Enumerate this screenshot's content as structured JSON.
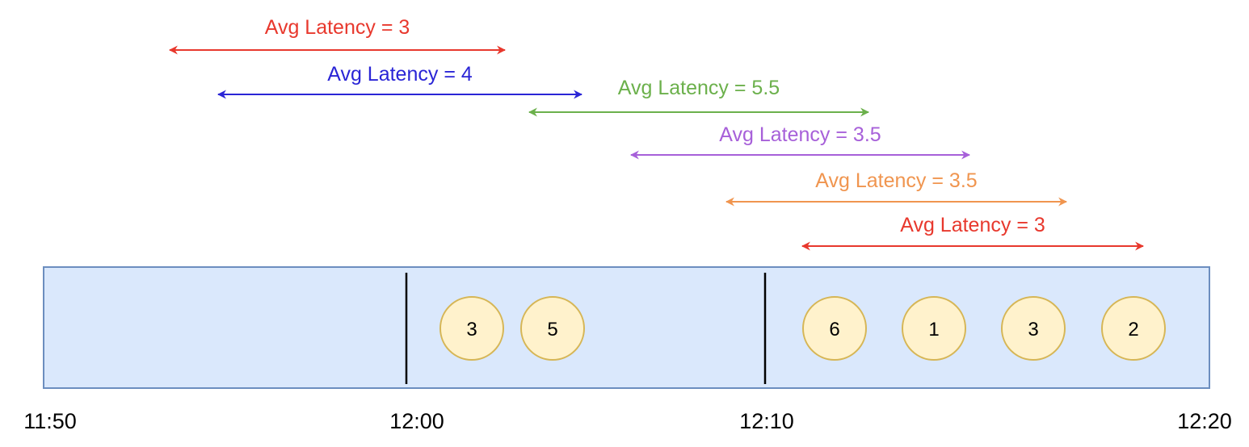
{
  "timeline": {
    "fill": "#dae8fc",
    "stroke": "#6c8ebf",
    "ticks": [
      "11:50",
      "12:00",
      "12:10",
      "12:20"
    ]
  },
  "windows": [
    {
      "label": "Avg Latency = 3",
      "color": "#e8382d"
    },
    {
      "label": "Avg Latency = 4",
      "color": "#2a25d6"
    },
    {
      "label": "Avg Latency = 5.5",
      "color": "#6bb04b"
    },
    {
      "label": "Avg Latency = 3.5",
      "color": "#a760d9"
    },
    {
      "label": "Avg Latency = 3.5",
      "color": "#f0954f"
    },
    {
      "label": "Avg Latency = 3",
      "color": "#e8382d"
    }
  ],
  "events": [
    {
      "value": "3"
    },
    {
      "value": "5"
    },
    {
      "value": "6"
    },
    {
      "value": "1"
    },
    {
      "value": "3"
    },
    {
      "value": "2"
    }
  ],
  "event_style": {
    "fill": "#fff2cc",
    "stroke": "#d6b656"
  }
}
